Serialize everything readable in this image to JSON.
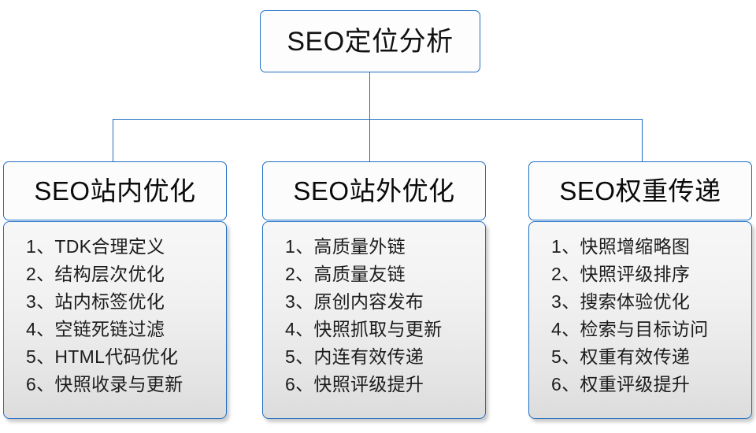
{
  "diagram": {
    "type": "organizational-tree",
    "accent_color": "#1f6fc4",
    "background_color": "#ffffff",
    "root": {
      "label": "SEO定位分析"
    },
    "branches": [
      {
        "header": "SEO站内优化",
        "items": [
          "1、TDK合理定义",
          "2、结构层次优化",
          "3、站内标签优化",
          "4、空链死链过滤",
          "5、HTML代码优化",
          "6、快照收录与更新"
        ]
      },
      {
        "header": "SEO站外优化",
        "items": [
          "1、高质量外链",
          "2、高质量友链",
          "3、原创内容发布",
          "4、快照抓取与更新",
          "5、内连有效传递",
          "6、快照评级提升"
        ]
      },
      {
        "header": "SEO权重传递",
        "items": [
          "1、快照增缩略图",
          "2、快照评级排序",
          "3、搜索体验优化",
          "4、检索与目标访问",
          "5、权重有效传递",
          "6、权重评级提升"
        ]
      }
    ]
  }
}
